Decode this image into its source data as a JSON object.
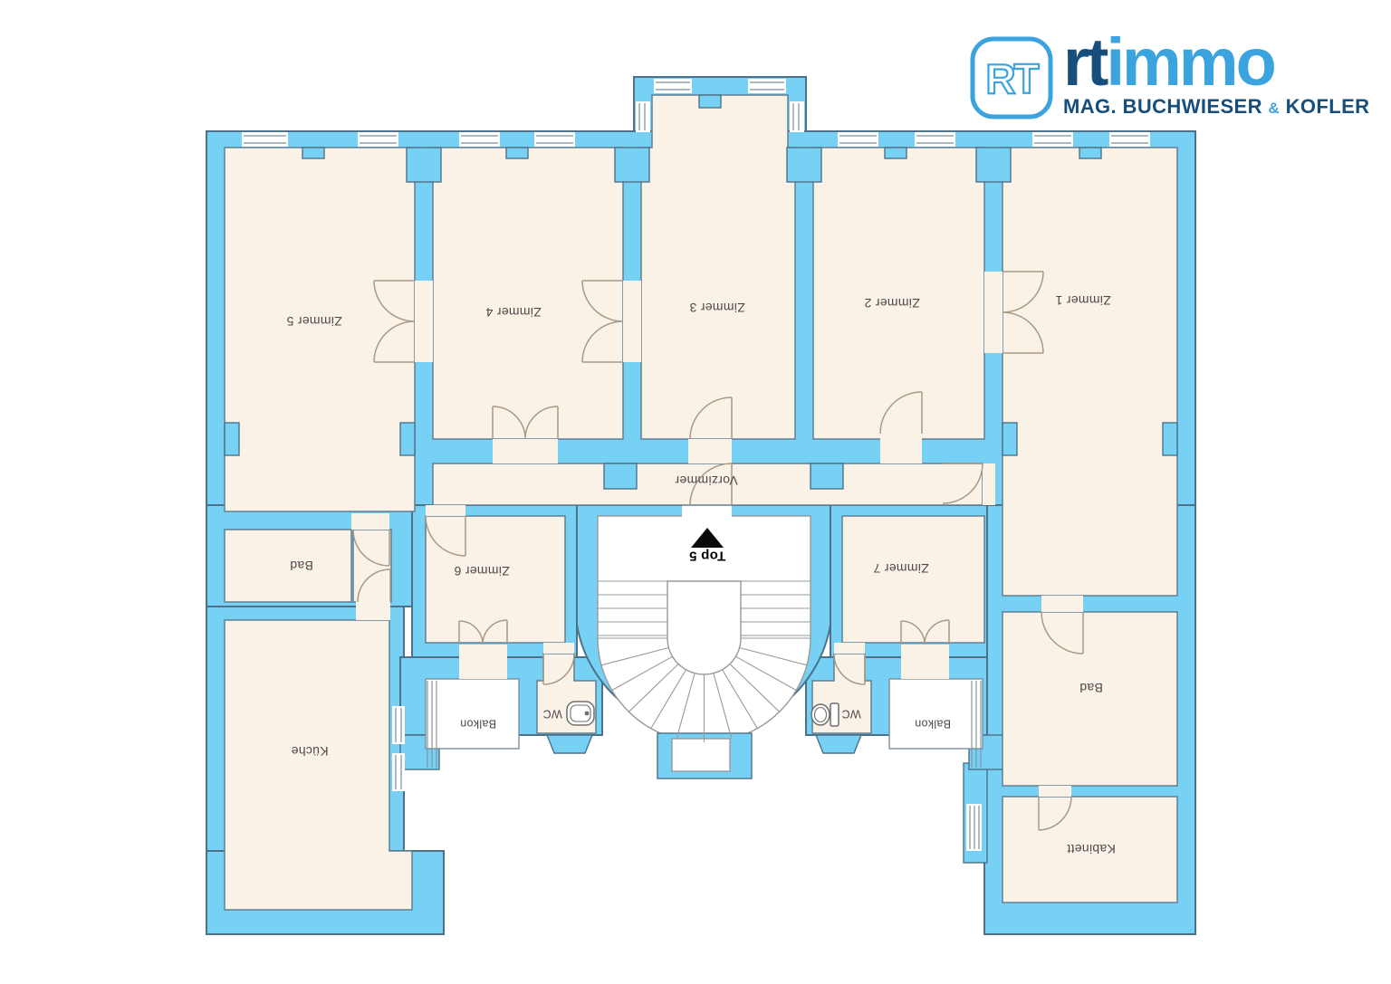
{
  "logo": {
    "icon_text": "RT",
    "brand_primary": "rt",
    "brand_secondary": "immo",
    "subtitle_part1": "MAG. BUCHWIESER",
    "subtitle_amp": "&",
    "subtitle_part2": "KOFLER"
  },
  "unit_marker": {
    "label": "Top 5"
  },
  "rooms": {
    "zimmer5": "Zimmer 5",
    "zimmer4": "Zimmer 4",
    "zimmer3": "Zimmer 3",
    "zimmer2": "Zimmer 2",
    "zimmer1": "Zimmer 1",
    "vorzimmer": "Vorzimmer",
    "zimmer6": "Zimmer 6",
    "zimmer7": "Zimmer 7",
    "bad_left": "Bad",
    "bad_right": "Bad",
    "kueche": "Küche",
    "kabinett": "Kabinett",
    "balkon_left": "Balkon",
    "balkon_right": "Balkon",
    "wc_left": "WC",
    "wc_right": "WC"
  },
  "colors": {
    "wall_fill": "#77D1F4",
    "wall_outline": "#4E7187",
    "room_fill": "#FBF2E7",
    "room_outline": "#5E7F93",
    "door_arc": "#A79A87",
    "stair_line": "#97999B",
    "label_text": "#4A4A4A",
    "logo_dark": "#174E7B",
    "logo_light": "#3BA3DE"
  }
}
